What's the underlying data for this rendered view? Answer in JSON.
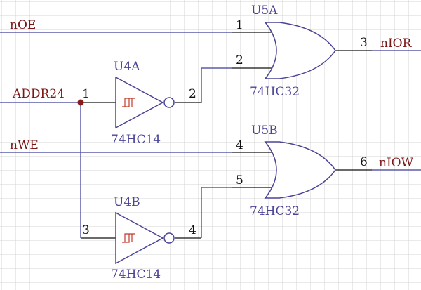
{
  "nets": {
    "noe": "nOE",
    "addr24": "ADDR24",
    "nwe": "nWE",
    "nior": "nIOR",
    "niow": "nIOW"
  },
  "gates": {
    "u5a": {
      "ref": "U5A",
      "part": "74HC32",
      "pin_in1": "1",
      "pin_in2": "2",
      "pin_out": "3"
    },
    "u5b": {
      "ref": "U5B",
      "part": "74HC32",
      "pin_in1": "4",
      "pin_in2": "5",
      "pin_out": "6"
    },
    "u4a": {
      "ref": "U4A",
      "part": "74HC14",
      "pin_in": "1",
      "pin_out": "2"
    },
    "u4b": {
      "ref": "U4B",
      "part": "74HC14",
      "pin_in": "3",
      "pin_out": "4"
    }
  },
  "colors": {
    "grid": "#d4d4d4",
    "wire": "#5b5ba8",
    "net_label": "#7a1616",
    "component": "#4a4496",
    "junction": "#8b1a1a",
    "schmitt_symbol": "#c0392b"
  }
}
